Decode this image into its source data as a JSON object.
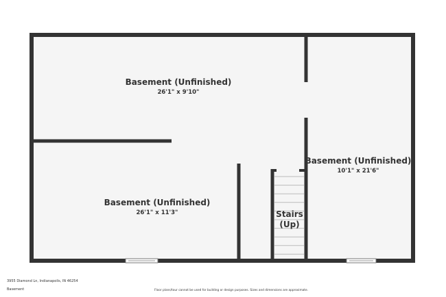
{
  "rooms": [
    {
      "name": "Basement (Unfinished)",
      "dimensions": "26'1\" x 9'10\""
    },
    {
      "name": "Basement (Unfinished)",
      "dimensions": "26'1\" x 11'3\""
    },
    {
      "name": "Basement (Unfinished)",
      "dimensions": "10'1\" x 21'6\""
    }
  ],
  "stairs": {
    "line1": "Stairs",
    "line2": "(Up)"
  },
  "footer": {
    "address": "3955 Diamond Ln, Indianapolis, IN 46254",
    "floor": "Basement",
    "disclaimer": "Floor plans/tour cannot be used for building or design purposes. Sizes and dimensions are approximate."
  },
  "colors": {
    "wall": "#333333",
    "floor": "#f5f5f5"
  }
}
